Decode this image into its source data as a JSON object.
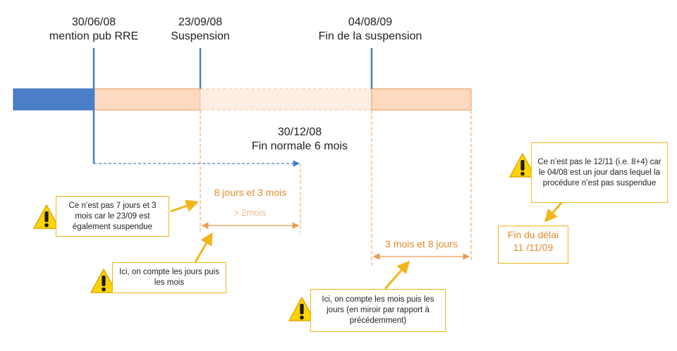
{
  "events": [
    {
      "date": "30/06/08",
      "label": "mention pub RRE"
    },
    {
      "date": "23/09/08",
      "label": "Suspension"
    },
    {
      "date": "04/08/09",
      "label": "Fin de la suspension"
    }
  ],
  "normal_end": {
    "date": "30/12/08",
    "label": "Fin normale 6 mois"
  },
  "span_labels": {
    "eight_days_three_months": "8 jours et 3 mois",
    "more_than_two_months": "> 2mois",
    "three_months_eight_days": "3 mois et 8 jours"
  },
  "notes": {
    "not_seven_days": "Ce n’est pas 7 jours et 3 mois car le 23/09 est également suspendue",
    "days_then_months": "Ici, on compte les jours puis les mois",
    "months_then_days": "Ici, on compte les mois puis les jours (en miroir par rapport à précédemment)",
    "not_twelve_nov": "Ce n’est pas le 12/11 (i.e. 8+4) car le 04/08 est un jour dans lequel la procédure n’est pas suspendue"
  },
  "deadline": {
    "title": "Fin du délai",
    "date": "11 /11/09"
  },
  "colors": {
    "blue": "#4a7ec9",
    "orange": "#ed9a55",
    "light_orange": "#fcd9bf",
    "pale_orange": "#fdeee3",
    "warning_yellow": "#ffd400",
    "note_border": "#f2b51a"
  },
  "icons": [
    "warning-icon",
    "arrow-icon"
  ]
}
